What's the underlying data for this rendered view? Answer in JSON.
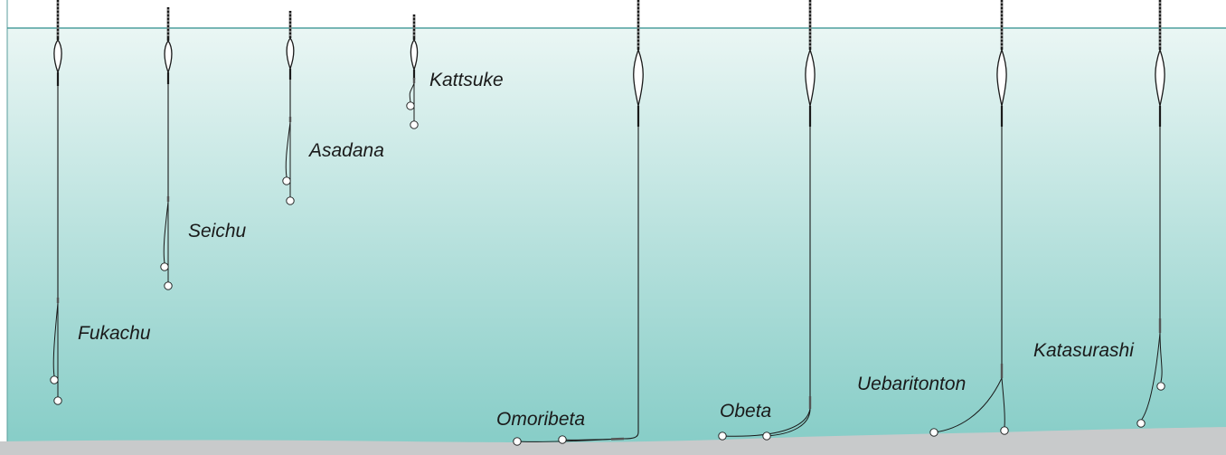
{
  "diagram": {
    "colors": {
      "water_top": "#eaf6f4",
      "water_bottom": "#84ccc6",
      "surface_line": "#2d8e8c",
      "bottom": "#c8cacb",
      "line": "#1a1a1a",
      "float_body": "#ffffff"
    },
    "rigs": [
      {
        "id": "fukachu",
        "label": "Fukachu"
      },
      {
        "id": "seichu",
        "label": "Seichu"
      },
      {
        "id": "asadana",
        "label": "Asadana"
      },
      {
        "id": "kattsuke",
        "label": "Kattsuke"
      },
      {
        "id": "omoribeta",
        "label": "Omoribeta"
      },
      {
        "id": "obeta",
        "label": "Obeta"
      },
      {
        "id": "uebaritonton",
        "label": "Uebaritonton"
      },
      {
        "id": "katasurashi",
        "label": "Katasurashi"
      }
    ]
  }
}
